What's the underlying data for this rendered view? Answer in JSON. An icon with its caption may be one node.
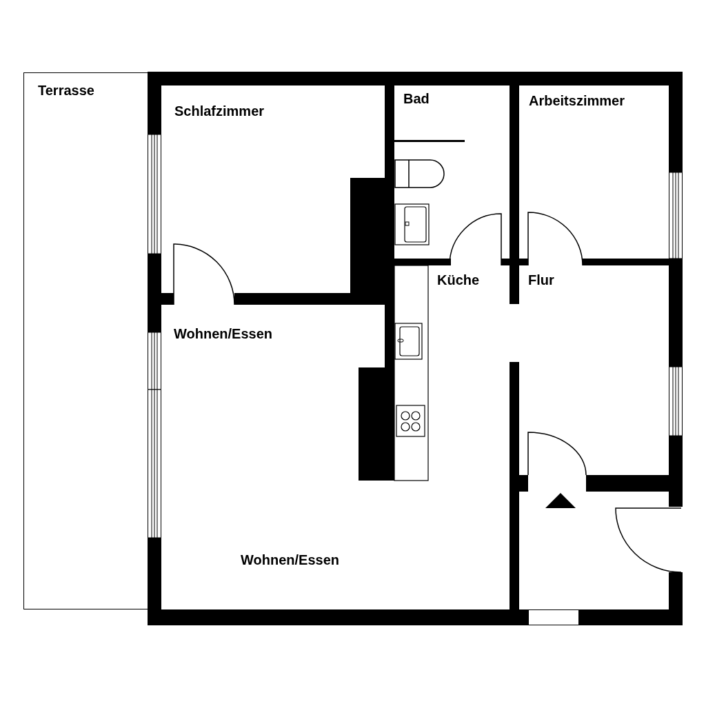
{
  "diagram": {
    "nodes": [
      {
        "text": [
          "Terrasse"
        ]
      }
    ],
    "labels": [
      "Schlafzimmer",
      "Bad",
      "Arbeitszimmer",
      "Küche",
      "Flur",
      "Wohnen/Essen",
      "Wohnen/Essen"
    ]
  }
}
